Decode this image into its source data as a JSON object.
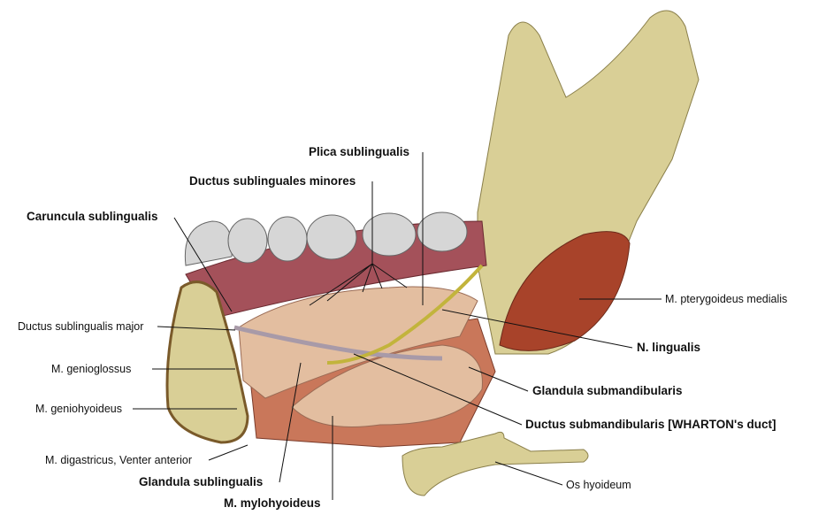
{
  "labels": {
    "plica_sublingualis": "Plica sublingualis",
    "ductus_sublinguales_minores": "Ductus sublinguales minores",
    "caruncula_sublingualis": "Caruncula sublingualis",
    "ductus_sublingualis_major": "Ductus sublingualis major",
    "m_genioglossus": "M. genioglossus",
    "m_geniohyoideus": "M. geniohyoideus",
    "m_digastricus": "M. digastricus, Venter anterior",
    "glandula_sublingualis": "Glandula sublingualis",
    "m_mylohyoideus": "M. mylohyoideus",
    "m_pterygoideus_medialis": "M. pterygoideus medialis",
    "n_lingualis": "N. lingualis",
    "glandula_submandibularis": "Glandula submandibularis",
    "ductus_submandibularis": "Ductus submandibularis [WHARTON's duct]",
    "os_hyoideum": "Os hyoideum"
  },
  "colors": {
    "bone": "#d9cf96",
    "muscle": "#c9775a",
    "gland": "#e3bea0",
    "teeth": "#d6d6d6",
    "gum": "#a4515a",
    "nerve": "#c2b43c",
    "cut": "#a8432a"
  }
}
